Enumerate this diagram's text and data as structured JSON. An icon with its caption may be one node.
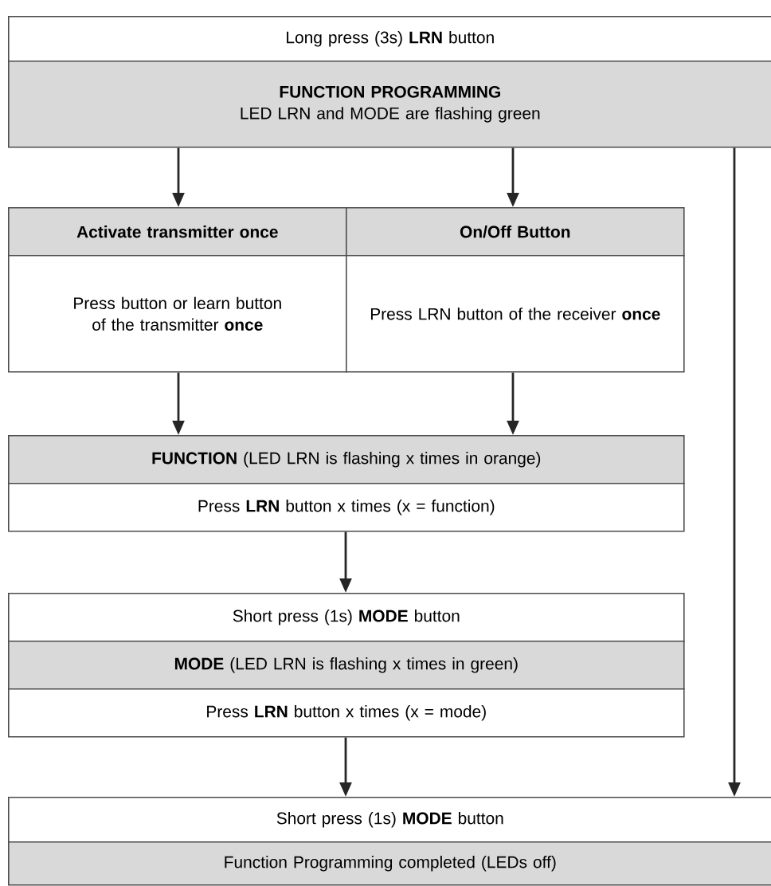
{
  "diagram": {
    "nodes": [
      {
        "text": [
          "Long press (3s) **LRN** button"
        ]
      },
      {
        "text": [
          "FUNCTION PROGRAMMING",
          "LED LRN and MODE are flashing green"
        ]
      },
      {
        "text": [
          "Activate transmitter once"
        ]
      },
      {
        "text": [
          "Press button or learn button of the transmitter **once**"
        ]
      },
      {
        "text": [
          "On/Off Button"
        ]
      },
      {
        "text": [
          "Press LRN button of the receiver **once**"
        ]
      },
      {
        "text": [
          "**FUNCTION** (LED LRN is flashing x times in orange)"
        ]
      },
      {
        "text": [
          "Press **LRN** button x times (x = function)"
        ]
      },
      {
        "text": [
          "Short press (1s) **MODE** button"
        ]
      },
      {
        "text": [
          "**MODE** (LED LRN is flashing x times in green)"
        ]
      },
      {
        "text": [
          "Press **LRN** button x times (x = mode)"
        ]
      },
      {
        "text": [
          "Short press (1s) **MODE** button"
        ]
      },
      {
        "text": [
          "Function Programming completed (LEDs off)"
        ]
      }
    ],
    "edges": [
      {
        "from": 1,
        "to": 2,
        "arrow": "to"
      },
      {
        "from": 1,
        "to": 4,
        "arrow": "to"
      },
      {
        "from": 1,
        "to": 11,
        "arrow": "to"
      },
      {
        "from": 3,
        "to": 6,
        "arrow": "to"
      },
      {
        "from": 5,
        "to": 6,
        "arrow": "to"
      },
      {
        "from": 7,
        "to": 8,
        "arrow": "to"
      },
      {
        "from": 10,
        "to": 11,
        "arrow": "to"
      }
    ]
  }
}
